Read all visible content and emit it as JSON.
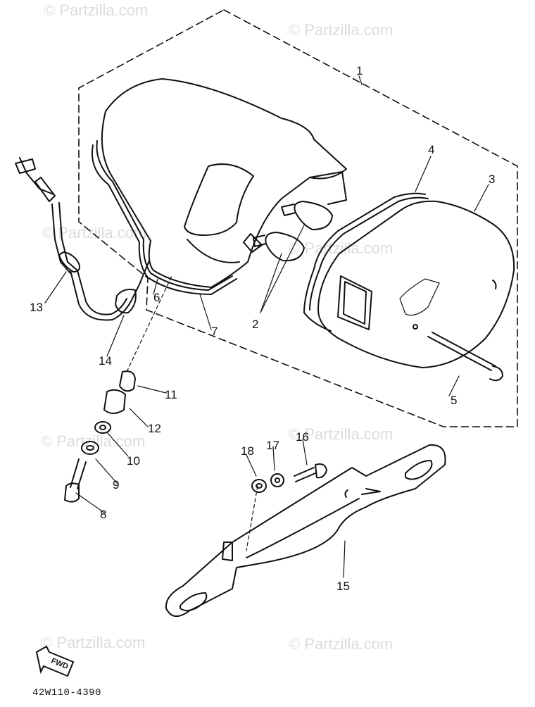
{
  "watermark": "© Partzilla.com",
  "callouts": [
    "1",
    "2",
    "3",
    "4",
    "5",
    "6",
    "7",
    "8",
    "9",
    "10",
    "11",
    "12",
    "13",
    "14",
    "15",
    "16",
    "17",
    "18"
  ],
  "diagram_code": "42W110-4390",
  "fwd_label": "FWD"
}
